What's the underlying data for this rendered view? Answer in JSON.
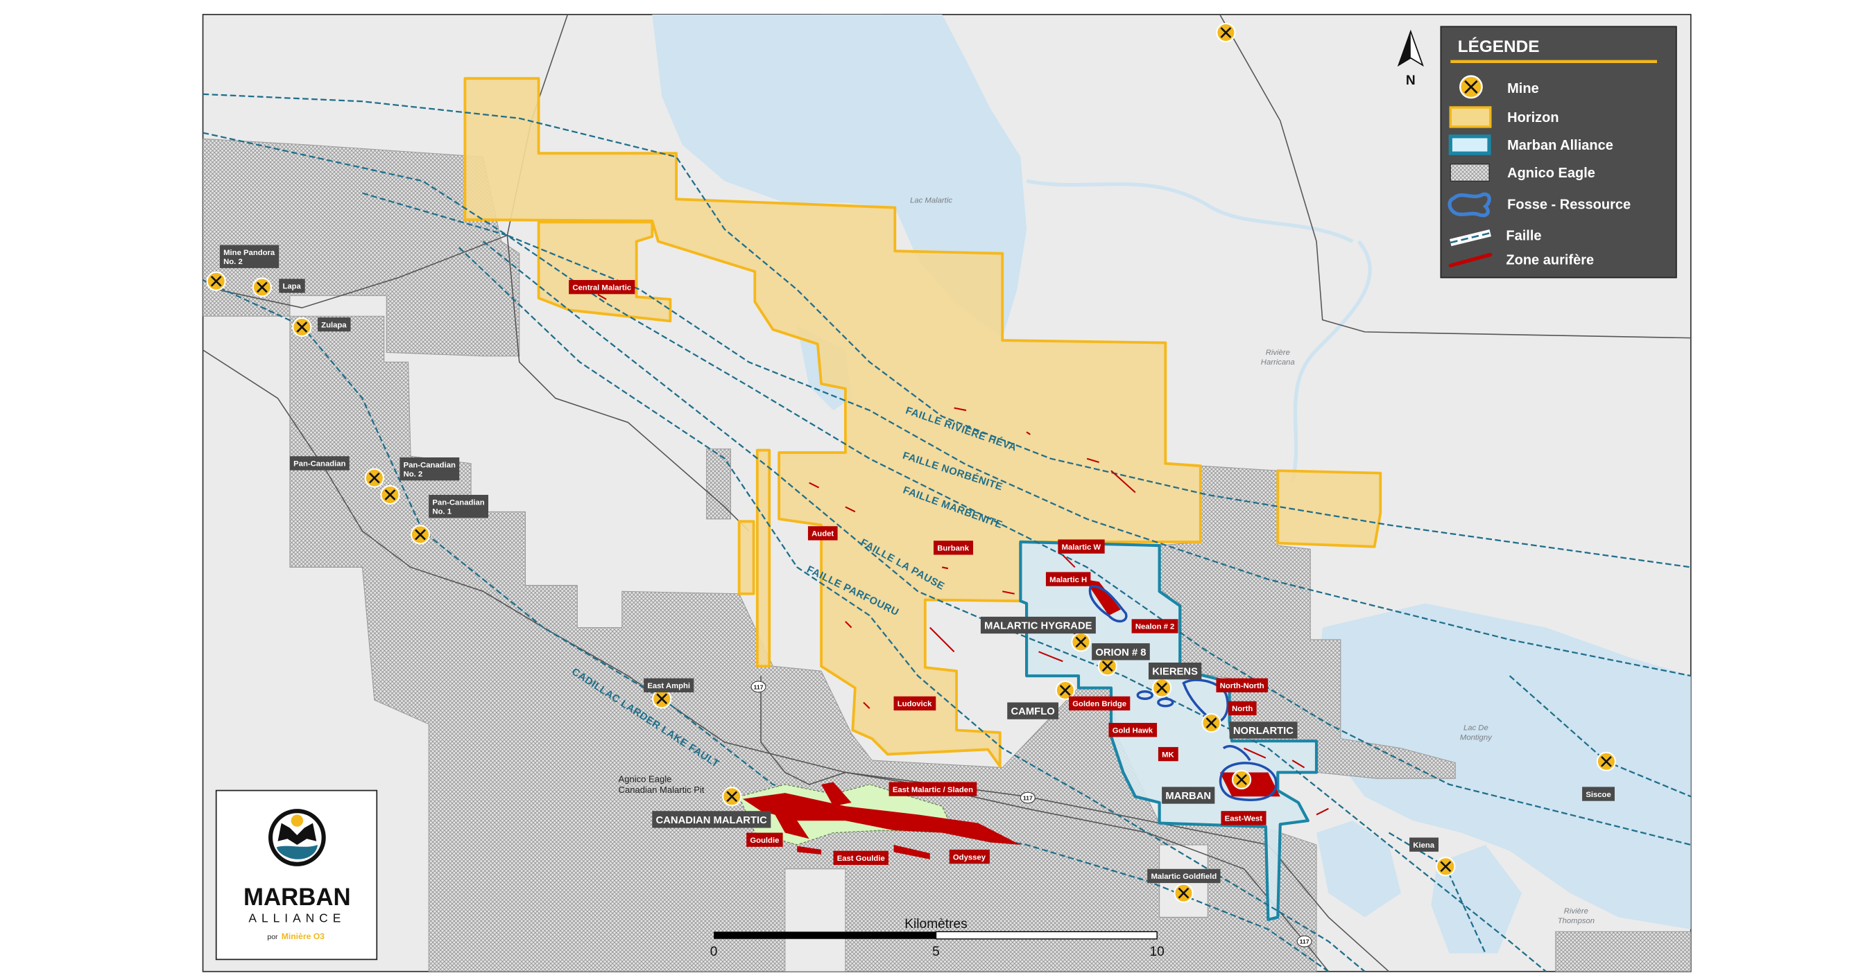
{
  "colors": {
    "horizon_fill": "#f3d896",
    "horizon_stroke": "#f5b81c",
    "marban_fill": "#d6e8f0",
    "marban_stroke": "#1a86a6",
    "fault": "#1f6f8b",
    "zone_auriferes": "#c00000",
    "fosse": "#1f4fb0",
    "mine_icon": "#f2b81c",
    "label_gray": "#4a4a4a",
    "label_red": "#b30000",
    "water": "#cfe3f0",
    "land": "#ebebeb",
    "legend_bg": "#4d4d4d"
  },
  "legend": {
    "title": "LÉGENDE",
    "items": [
      {
        "label": "Mine",
        "icon": "mine-pick-shovel-icon"
      },
      {
        "label": "Horizon",
        "icon": "yellow-fill-swatch"
      },
      {
        "label": "Marban Alliance",
        "icon": "blue-outline-swatch"
      },
      {
        "label": "Agnico Eagle",
        "icon": "crosshatch-swatch"
      },
      {
        "label": "Fosse - Ressource",
        "icon": "blue-blob-outline"
      },
      {
        "label": "Faille",
        "icon": "dashed-fault-line"
      },
      {
        "label": "Zone aurifère",
        "icon": "red-line"
      }
    ]
  },
  "north_arrow": {
    "label": "N"
  },
  "scale_bar": {
    "title": "Kilomètres",
    "ticks": [
      "0",
      "5",
      "10"
    ]
  },
  "logo": {
    "name": "MARBAN",
    "sub": "ALLIANCE",
    "by": "por",
    "company": "Minière O3"
  },
  "gray_labels": [
    {
      "lines": [
        "Mine Pandora",
        "No. 2"
      ]
    },
    {
      "lines": [
        "Lapa"
      ]
    },
    {
      "lines": [
        "Zulapa"
      ]
    },
    {
      "lines": [
        "Pan-Canadian"
      ]
    },
    {
      "lines": [
        "Pan-Canadian",
        "No. 2"
      ]
    },
    {
      "lines": [
        "Pan-Canadian",
        "No. 1"
      ]
    },
    {
      "lines": [
        "East Amphi"
      ]
    },
    {
      "lines": [
        "CANADIAN MALARTIC"
      ]
    },
    {
      "lines": [
        "MALARTIC HYGRADE"
      ]
    },
    {
      "lines": [
        "ORION # 8"
      ]
    },
    {
      "lines": [
        "KIERENS"
      ]
    },
    {
      "lines": [
        "CAMFLO"
      ]
    },
    {
      "lines": [
        "NORLARTIC"
      ]
    },
    {
      "lines": [
        "MARBAN"
      ]
    },
    {
      "lines": [
        "Malartic Goldfield"
      ]
    },
    {
      "lines": [
        "Kiena"
      ]
    },
    {
      "lines": [
        "Siscoe"
      ]
    }
  ],
  "red_labels": [
    {
      "lines": [
        "Central Malartic"
      ]
    },
    {
      "lines": [
        "Audet"
      ]
    },
    {
      "lines": [
        "Burbank"
      ]
    },
    {
      "lines": [
        "Malartic W"
      ]
    },
    {
      "lines": [
        "Malartic H"
      ]
    },
    {
      "lines": [
        "Nealon # 2"
      ]
    },
    {
      "lines": [
        "North-North"
      ]
    },
    {
      "lines": [
        "North"
      ]
    },
    {
      "lines": [
        "Golden Bridge"
      ]
    },
    {
      "lines": [
        "Gold Hawk"
      ]
    },
    {
      "lines": [
        "MK"
      ]
    },
    {
      "lines": [
        "East-West"
      ]
    },
    {
      "lines": [
        "Ludovick"
      ]
    },
    {
      "lines": [
        "East Malartic / Sladen"
      ]
    },
    {
      "lines": [
        "Gouldie"
      ]
    },
    {
      "lines": [
        "East Gouldie"
      ]
    },
    {
      "lines": [
        "Odyssey"
      ]
    }
  ],
  "pit_label": [
    "Agnico Eagle",
    "Canadian Malartic Pit"
  ],
  "hydro_labels": [
    [
      "Lac Malartic"
    ],
    [
      "Rivière",
      "Harricana"
    ],
    [
      "Lac De",
      "Montigny"
    ],
    [
      "Rivière",
      "Thompson"
    ]
  ],
  "fault_labels": [
    "FAILLE RIVIÈRE HÉVA",
    "FAILLE NORBÉNITE",
    "FAILLE MARBENITE",
    "FAILLE LA PAUSE",
    "FAILLE PARFOURU",
    "CADILLAC LARDER LAKE FAULT"
  ],
  "road_labels": [
    "117",
    "117",
    "117"
  ]
}
